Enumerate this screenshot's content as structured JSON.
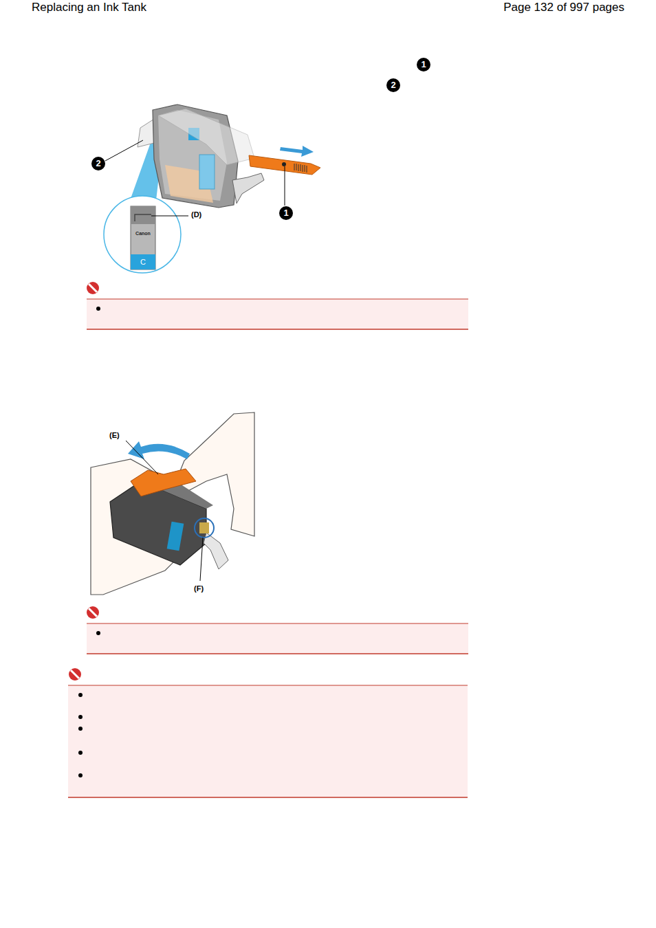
{
  "diagram": {
    "labels": [
      "Replacing an Ink Tank",
      "Page 132 of 997 pages",
      "1",
      "2",
      "2",
      "1",
      "(D)",
      "Canon",
      "C",
      "(E)",
      "(F)"
    ]
  }
}
